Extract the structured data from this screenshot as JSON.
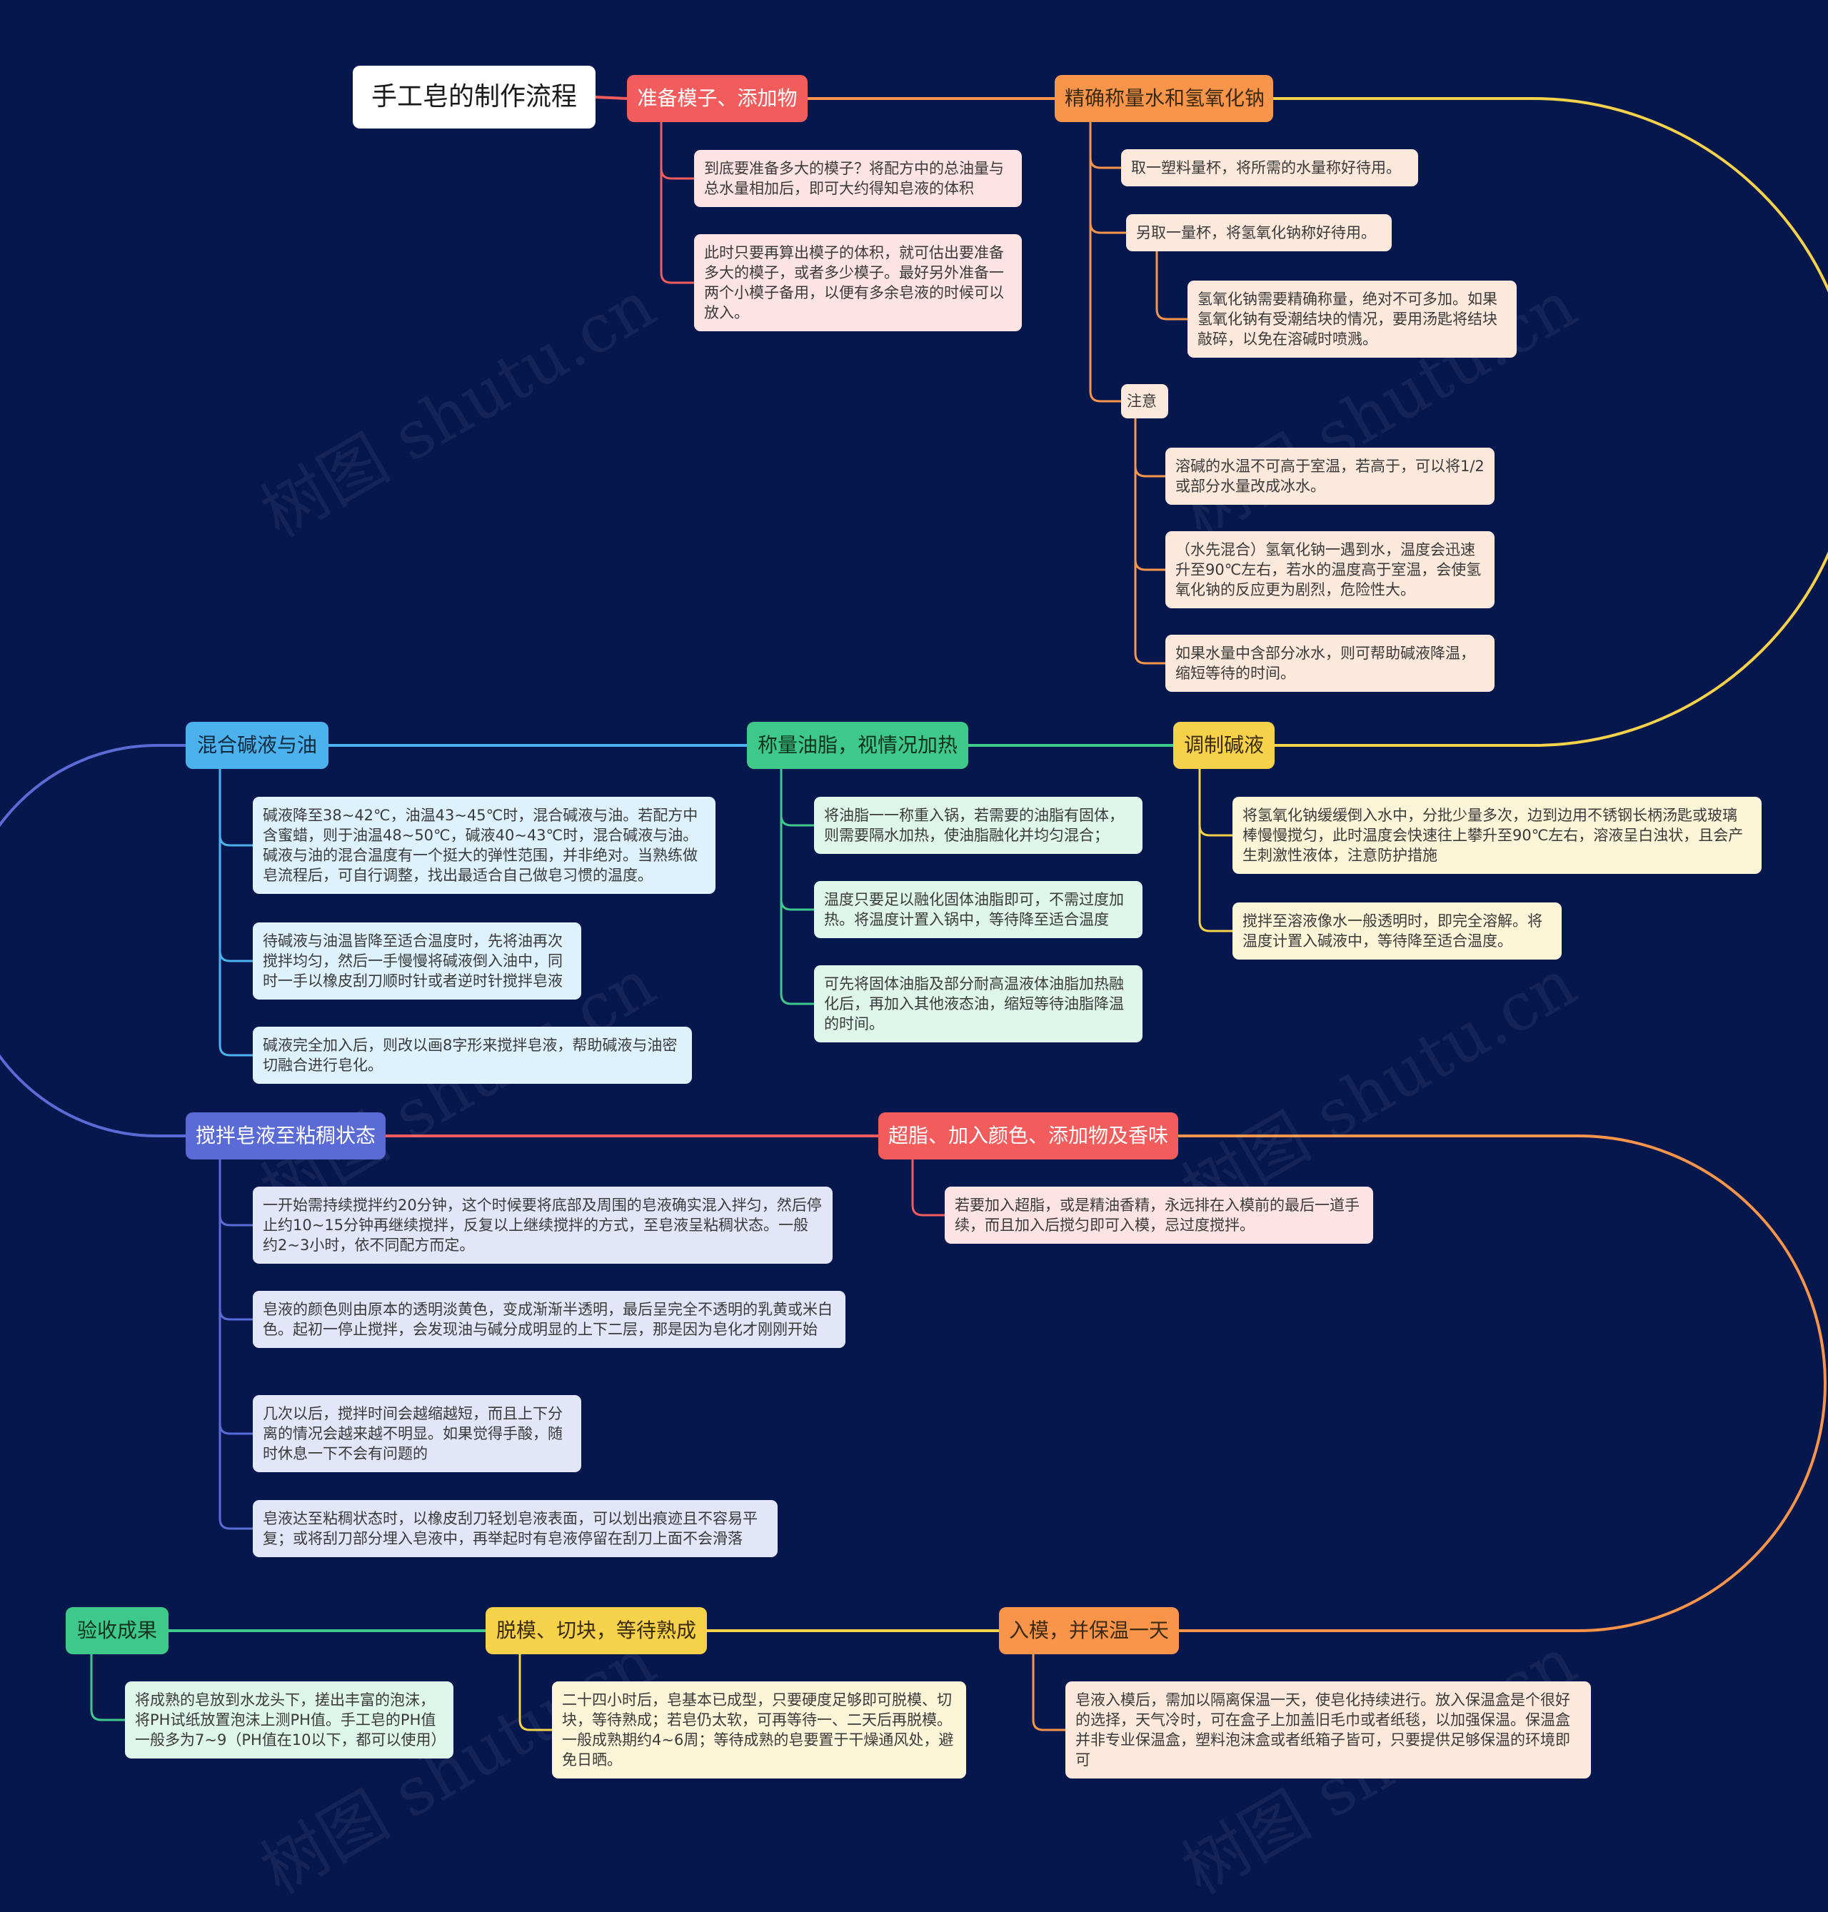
{
  "title": "手工皂的制作流程",
  "colors": {
    "background": "#06174e",
    "red": "#f25c5c",
    "orange": "#f8954a",
    "yellow": "#f5d24a",
    "green": "#3ec88a",
    "blue": "#4cb2ee",
    "indigo": "#5a6bd6",
    "red_light": "#fde3e3",
    "orange_light": "#fde9dc",
    "yellow_light": "#fdf5d8",
    "green_light": "#dff6ea",
    "blue_light": "#def2fd",
    "indigo_light": "#e2e6f8"
  },
  "watermark": "树图 shutu.cn",
  "topics": [
    {
      "label": "准备模子、添加物",
      "items": [
        "到底要准备多大的模子？将配方中的总油量与总水量相加后，即可大约得知皂液的体积",
        "此时只要再算出模子的体积，就可估出要准备多大的模子，或者多少模子。最好另外准备一两个小模子备用，以便有多余皂液的时候可以放入。"
      ]
    },
    {
      "label": "精确称量水和氢氧化钠",
      "items": [
        "取一塑料量杯，将所需的水量称好待用。",
        "另取一量杯，将氢氧化钠称好待用。",
        "氢氧化钠需要精确称量，绝对不可多加。如果氢氧化钠有受潮结块的情况，要用汤匙将结块敲碎，以免在溶碱时喷溅。",
        "注意",
        "溶碱的水温不可高于室温，若高于，可以将1/2或部分水量改成冰水。",
        "（水先混合）氢氧化钠一遇到水，温度会迅速升至90℃左右，若水的温度高于室温，会使氢氧化钠的反应更为剧烈，危险性大。",
        "如果水量中含部分冰水，则可帮助碱液降温，缩短等待的时间。"
      ]
    },
    {
      "label": "调制碱液",
      "items": [
        "将氢氧化钠缓缓倒入水中，分批少量多次，边到边用不锈钢长柄汤匙或玻璃棒慢慢搅匀，此时温度会快速往上攀升至90℃左右，溶液呈白浊状，且会产生刺激性液体，注意防护措施",
        "搅拌至溶液像水一般透明时，即完全溶解。将温度计置入碱液中，等待降至适合温度。"
      ]
    },
    {
      "label": "称量油脂，视情况加热",
      "items": [
        "将油脂一一称重入锅，若需要的油脂有固体，则需要隔水加热，使油脂融化并均匀混合；",
        "温度只要足以融化固体油脂即可，不需过度加热。将温度计置入锅中，等待降至适合温度",
        "可先将固体油脂及部分耐高温液体油脂加热融化后，再加入其他液态油，缩短等待油脂降温的时间。"
      ]
    },
    {
      "label": "混合碱液与油",
      "items": [
        "碱液降至38~42℃，油温43~45℃时，混合碱液与油。若配方中含蜜蜡，则于油温48~50℃，碱液40~43℃时，混合碱液与油。碱液与油的混合温度有一个挺大的弹性范围，并非绝对。当熟练做皂流程后，可自行调整，找出最适合自己做皂习惯的温度。",
        "待碱液与油温皆降至适合温度时，先将油再次搅拌均匀，然后一手慢慢将碱液倒入油中，同时一手以橡皮刮刀顺时针或者逆时针搅拌皂液",
        "碱液完全加入后，则改以画8字形来搅拌皂液，帮助碱液与油密切融合进行皂化。"
      ]
    },
    {
      "label": "搅拌皂液至粘稠状态",
      "items": [
        "一开始需持续搅拌约20分钟，这个时候要将底部及周围的皂液确实混入拌匀，然后停止约10~15分钟再继续搅拌，反复以上继续搅拌的方式，至皂液呈粘稠状态。一般约2~3小时，依不同配方而定。",
        "皂液的颜色则由原本的透明淡黄色，变成渐渐半透明，最后呈完全不透明的乳黄或米白色。起初一停止搅拌，会发现油与碱分成明显的上下二层，那是因为皂化才刚刚开始",
        "几次以后，搅拌时间会越缩越短，而且上下分离的情况会越来越不明显。如果觉得手酸，随时休息一下不会有问题的",
        "皂液达至粘稠状态时，以橡皮刮刀轻划皂液表面，可以划出痕迹且不容易平复；或将刮刀部分埋入皂液中，再举起时有皂液停留在刮刀上面不会滑落"
      ]
    },
    {
      "label": "超脂、加入颜色、添加物及香味",
      "items": [
        "若要加入超脂，或是精油香精，永远排在入模前的最后一道手续，而且加入后搅匀即可入模，忌过度搅拌。"
      ]
    },
    {
      "label": "入模，并保温一天",
      "items": [
        "皂液入模后，需加以隔离保温一天，使皂化持续进行。放入保温盒是个很好的选择，天气冷时，可在盒子上加盖旧毛巾或者纸毯，以加强保温。保温盒并非专业保温盒，塑料泡沫盒或者纸箱子皆可，只要提供足够保温的环境即可"
      ]
    },
    {
      "label": "脱模、切块，等待熟成",
      "items": [
        "二十四小时后，皂基本已成型，只要硬度足够即可脱模、切块，等待熟成；若皂仍太软，可再等待一、二天后再脱模。一般成熟期约4~6周；等待成熟的皂要置于干燥通风处，避免日晒。"
      ]
    },
    {
      "label": "验收成果",
      "items": [
        "将成熟的皂放到水龙头下，搓出丰富的泡沫，将PH试纸放置泡沫上测PH值。手工皂的PH值一般多为7~9（PH值在10以下，都可以使用）"
      ]
    }
  ]
}
